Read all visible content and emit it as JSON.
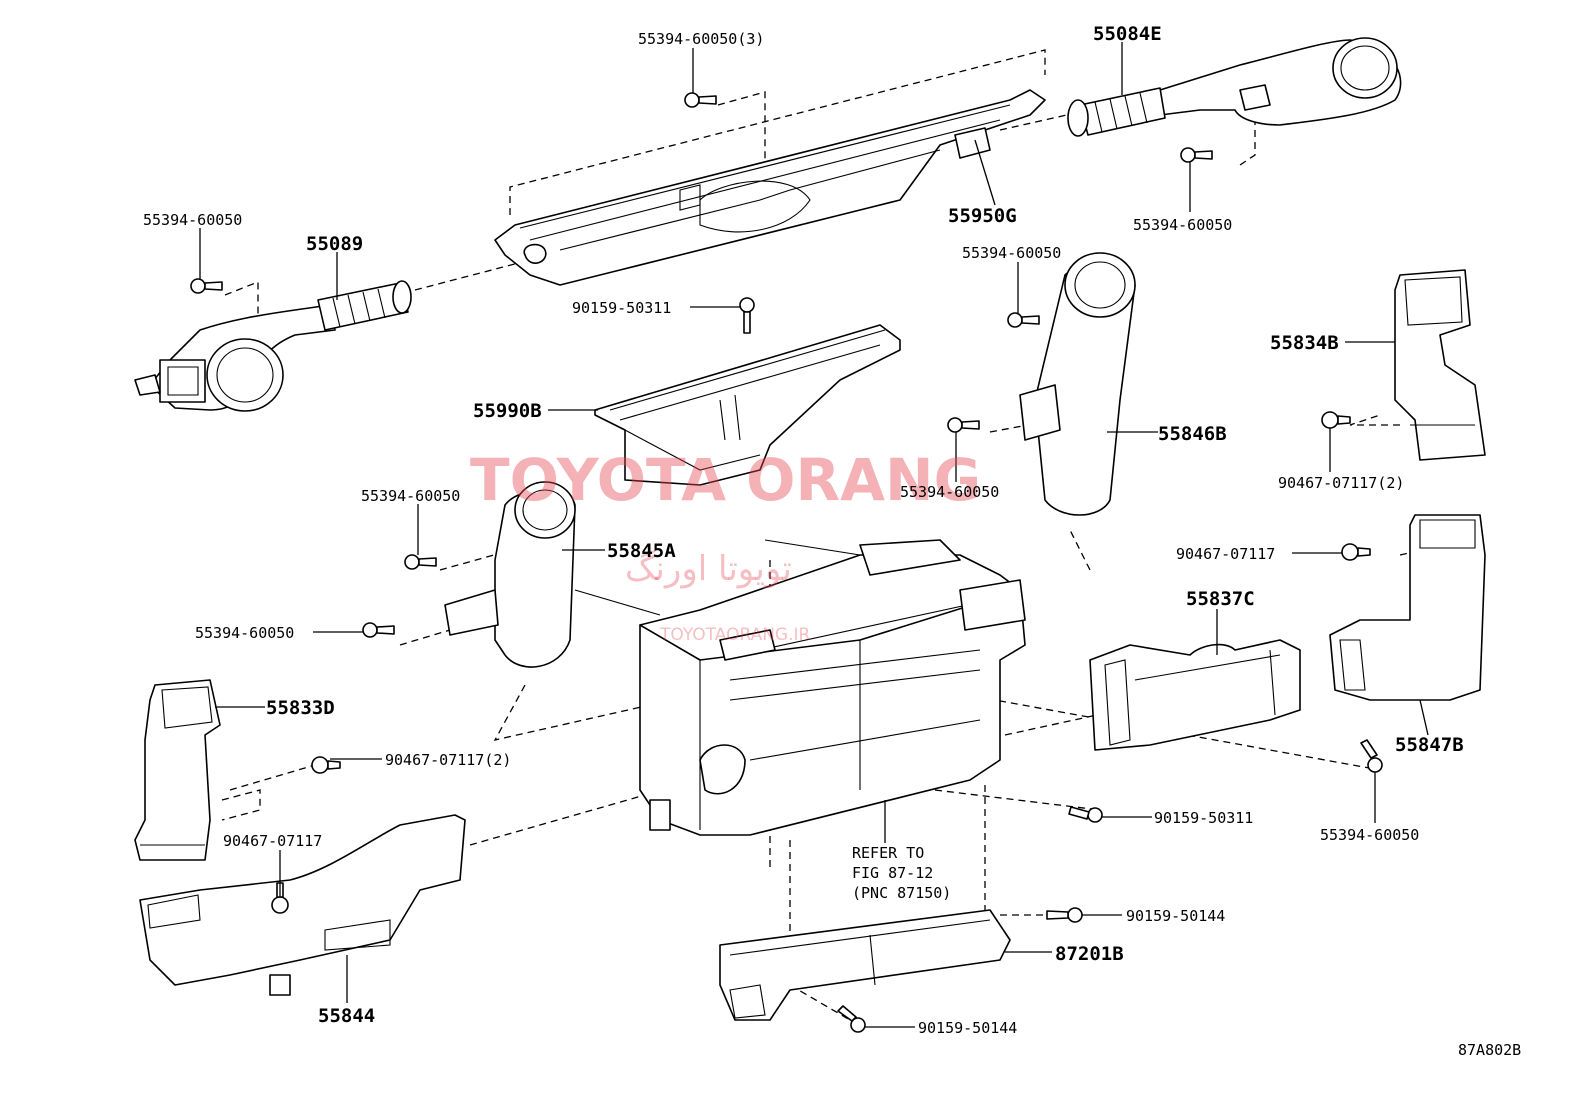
{
  "labels": {
    "p55394_60050_3": "55394-60050(3)",
    "p55084E": "55084E",
    "p55394_60050_tl": "55394-60050",
    "p55089": "55089",
    "p55950G": "55950G",
    "p55394_60050_tr": "55394-60050",
    "p55394_60050_mid": "55394-60050",
    "p90159_50311_top": "90159-50311",
    "p55834B": "55834B",
    "p55990B": "55990B",
    "p55846B": "55846B",
    "p55394_60050_r": "55394-60050",
    "p90467_07117_2_r": "90467-07117(2)",
    "p55394_60050_l1": "55394-60050",
    "p55845A": "55845A",
    "p90467_07117_r": "90467-07117",
    "p55837C": "55837C",
    "p55394_60050_l2": "55394-60050",
    "p55833D": "55833D",
    "p90467_07117_2_l": "90467-07117(2)",
    "p55847B": "55847B",
    "p90159_50311_bot": "90159-50311",
    "p55394_60050_br": "55394-60050",
    "p90467_07117_l": "90467-07117",
    "refer_1": "REFER TO",
    "refer_2": "FIG 87-12",
    "refer_3": "(PNC 87150)",
    "p90159_50144_r": "90159-50144",
    "p87201B": "87201B",
    "p55844": "55844",
    "p90159_50144_b": "90159-50144",
    "figure_code": "87A802B"
  },
  "watermark": {
    "text": "TOYOTA ORANG",
    "script_text": "تویوتا اورنگ",
    "small_text": "TOYOTAORANG.IR",
    "color": "#e44650"
  },
  "colors": {
    "line": "#000000",
    "background": "#ffffff"
  }
}
